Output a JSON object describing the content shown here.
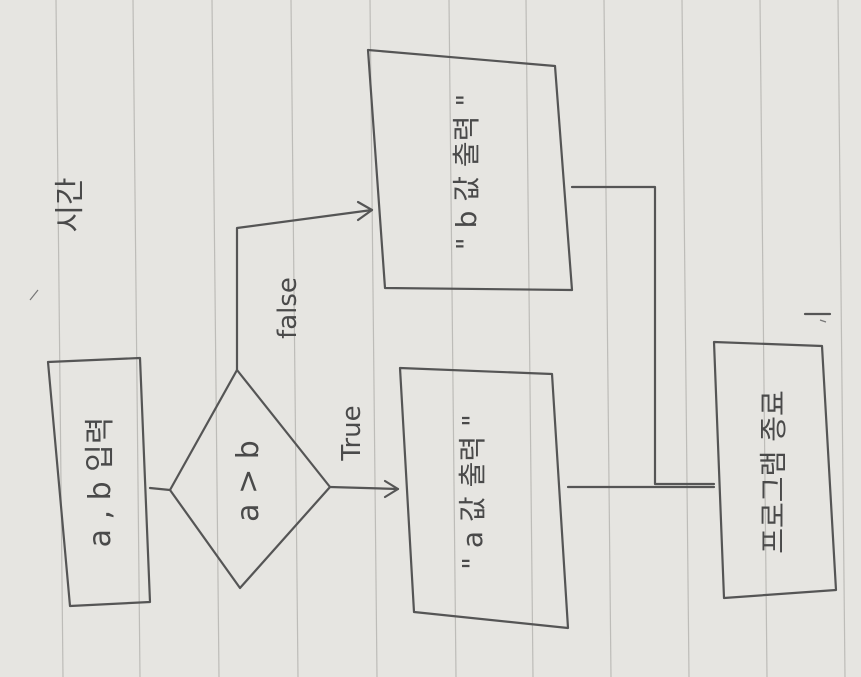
{
  "diagram": {
    "title": "시간",
    "nodes": {
      "input": "a , b 입력",
      "decision": "a > b",
      "true_box": "\" a 값 출력 \"",
      "false_box": "\" b 값 출력 \"",
      "end": "프로그램 종료"
    },
    "edges": {
      "true_label": "True",
      "false_label": "false"
    },
    "colors": {
      "paper": "#e6e5e1",
      "ruling": "#b9b8b4",
      "pencil": "#555555"
    }
  }
}
